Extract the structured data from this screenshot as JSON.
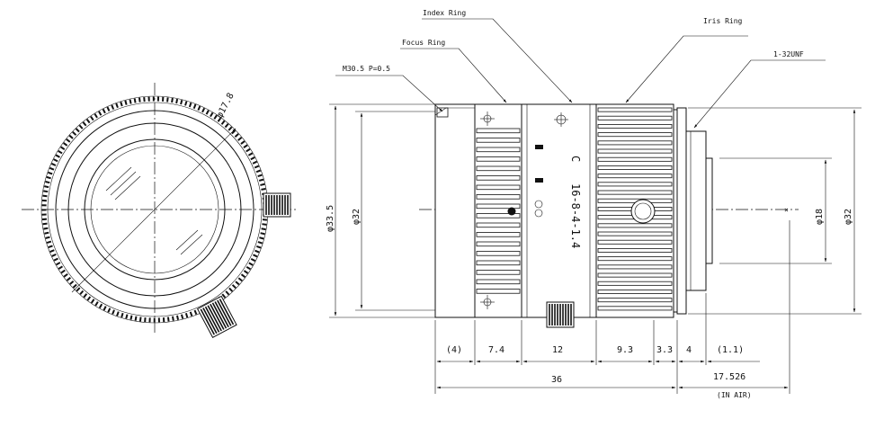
{
  "front_view": {
    "diameter_label": "φ17.8"
  },
  "callouts": {
    "index_ring": "Index Ring",
    "focus_ring": "Focus Ring",
    "mount_thread": "M30.5 P=0.5",
    "iris_ring": "Iris Ring",
    "c_thread": "1-32UNF"
  },
  "ring_scales": {
    "focus_mark": "C",
    "iris_scale": "16-8-4-1.4"
  },
  "vertical_dims": {
    "outer_diameter": "φ33.5",
    "barrel_diameter": "φ32",
    "rear_mount_diameter": "φ18",
    "rear_diameter": "φ32"
  },
  "horizontal_dims": {
    "seg_front": "(4)",
    "seg_focus": "7.4",
    "seg_index": "12",
    "seg_iris": "9.3",
    "seg_flange": "3.3",
    "seg_mount": "4",
    "seg_rear": "(1.1)",
    "overall_length": "36",
    "flange_back": "17.526",
    "in_air_note": "(IN AIR)"
  }
}
